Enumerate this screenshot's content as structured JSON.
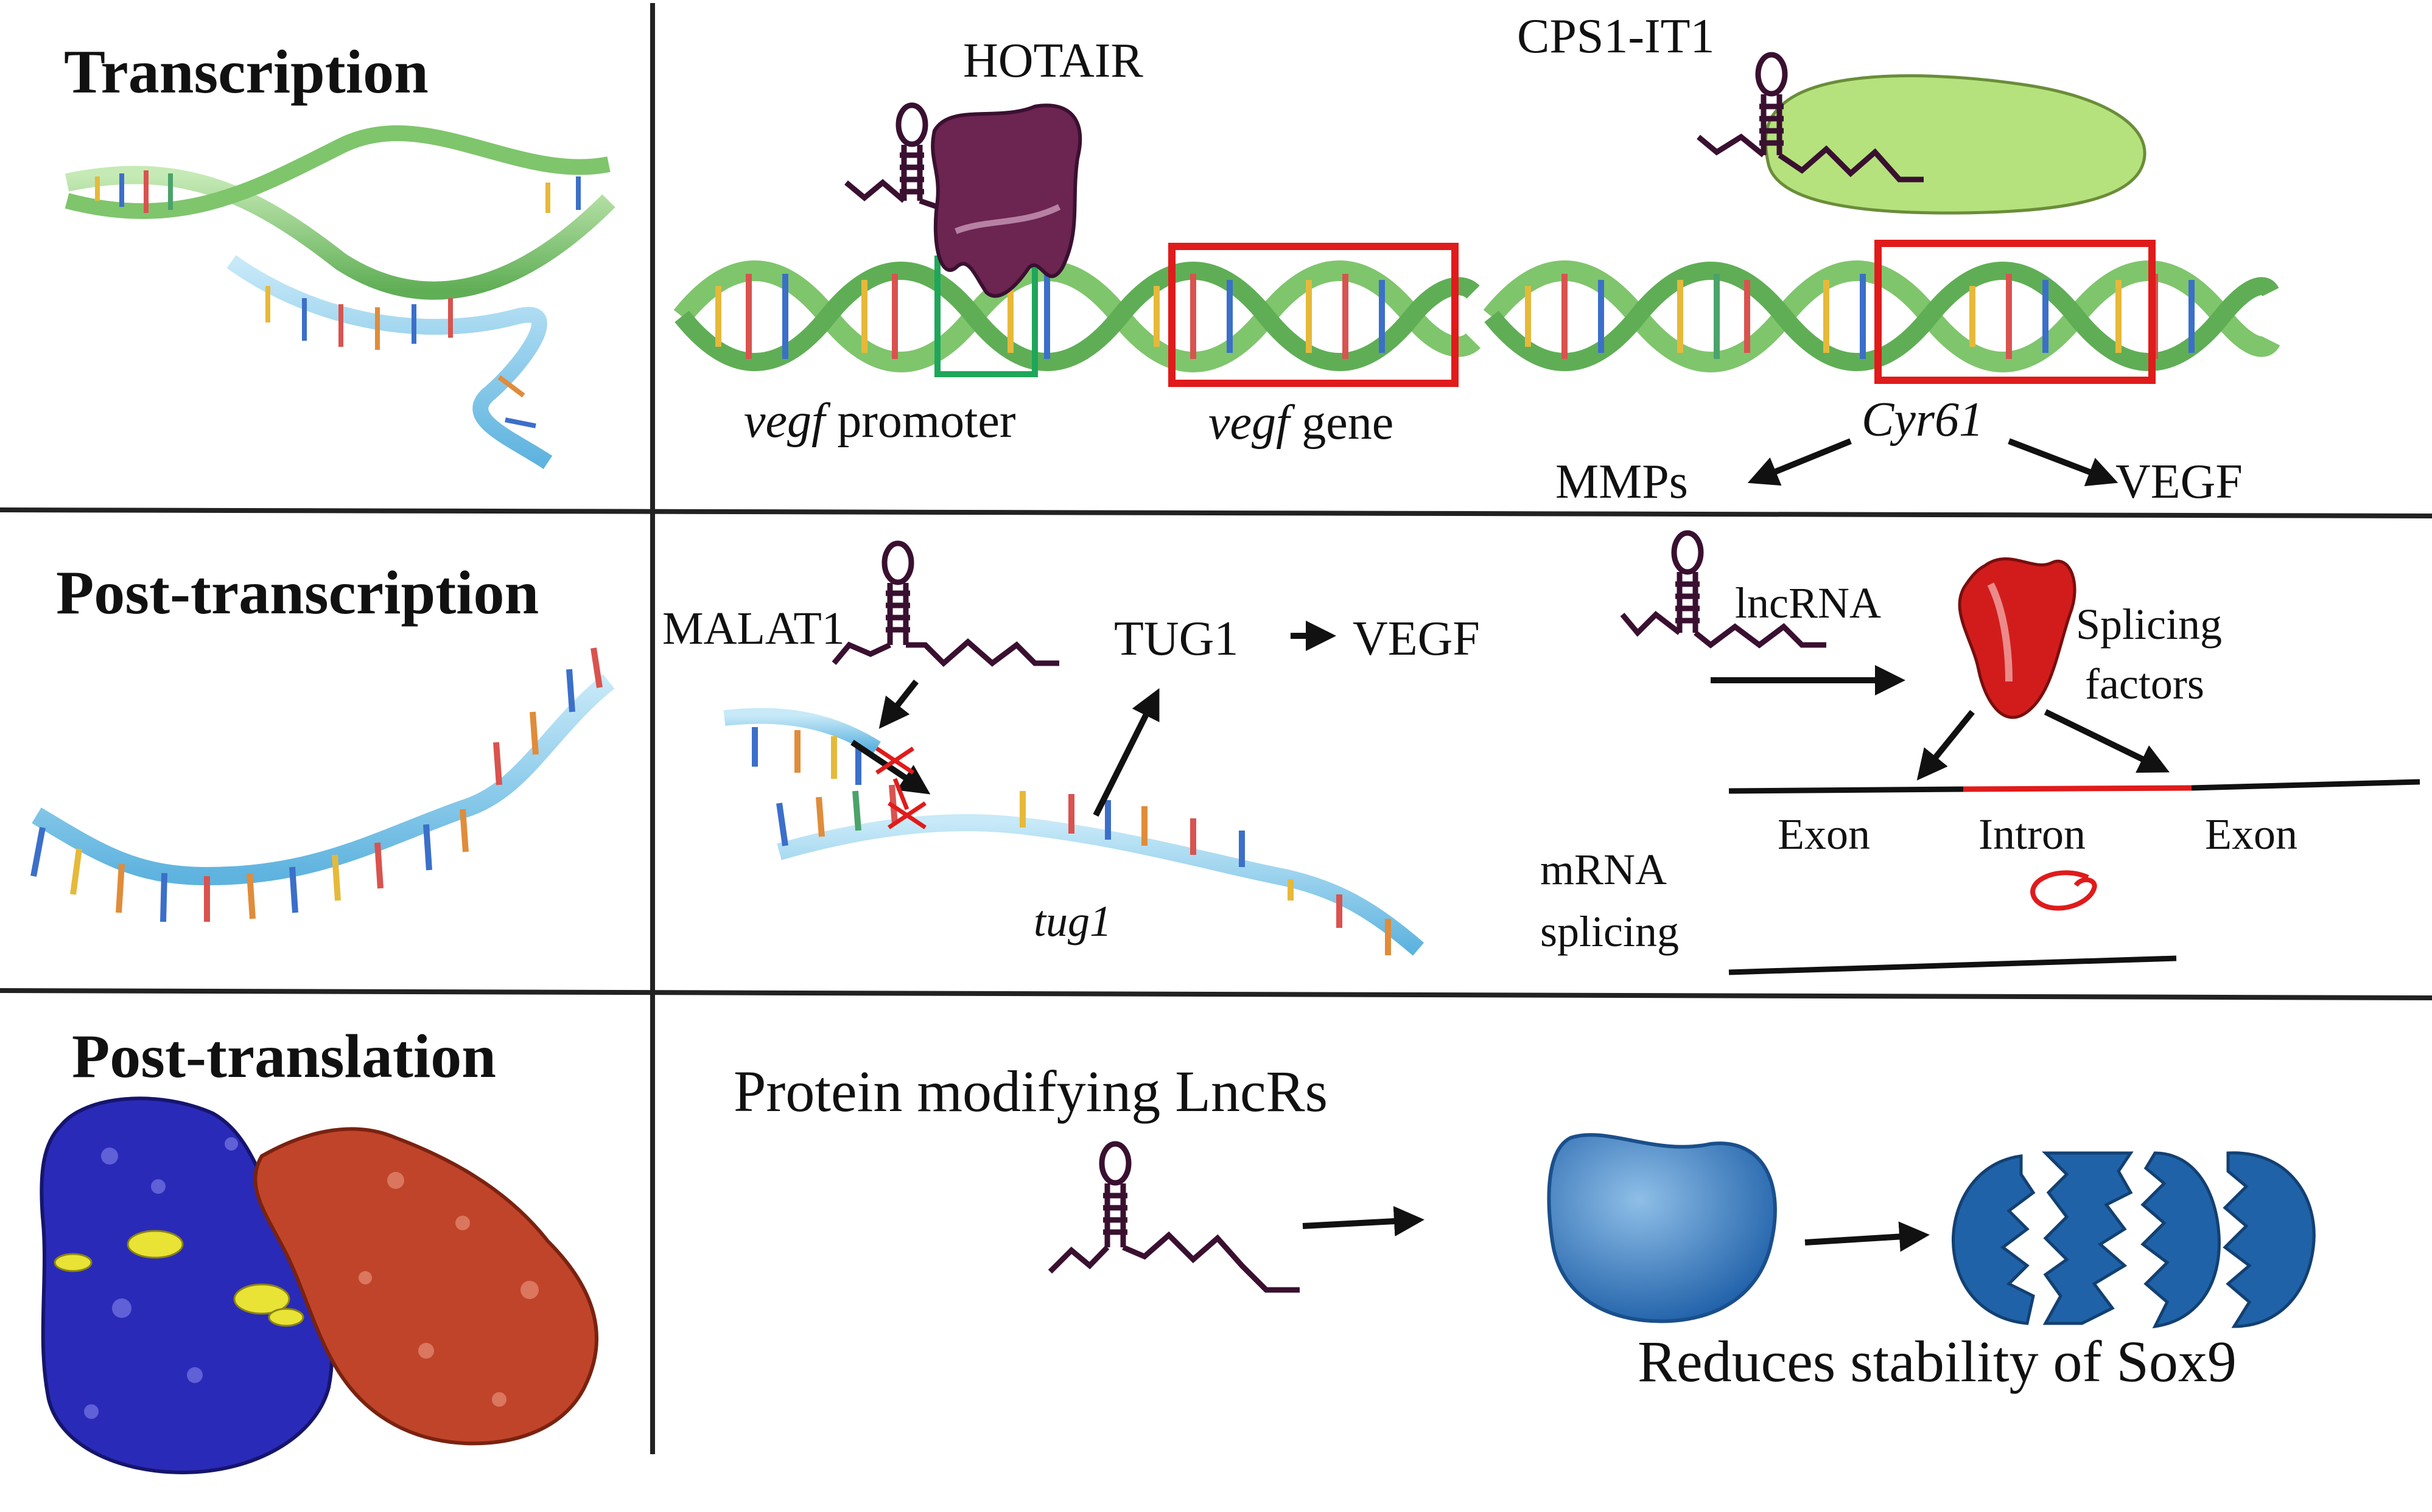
{
  "rows": {
    "transcription": {
      "heading": "Transcription"
    },
    "post_transcription": {
      "heading": "Post-transcription"
    },
    "post_translation": {
      "heading": "Post-translation"
    }
  },
  "transcription_panel": {
    "hotair_label": "HOTAIR",
    "cps1_label": "CPS1-IT1",
    "promoter_italic": "vegf",
    "promoter_rest": "promoter",
    "gene_italic": "vegf",
    "gene_rest": "gene",
    "cyr61_label": "Cyr61",
    "mmps_label": "MMPs",
    "vegf_label": "VEGF"
  },
  "post_transcription_panel": {
    "malat1_label": "MALAT1",
    "tug1_label": "TUG1",
    "tug1_target": "VEGF",
    "tug1_gene_label": "tug1",
    "lncrna_label": "lncRNA",
    "splicing_line1": "Splicing",
    "splicing_line2": "factors",
    "exon_left": "Exon",
    "intron": "Intron",
    "exon_right": "Exon",
    "mrna_line1": "mRNA",
    "mrna_line2": "splicing"
  },
  "post_translation_panel": {
    "title": "Protein modifying LncRs",
    "caption": "Reduces stability of Sox9"
  },
  "colors": {
    "dna_green": "#8fcf7a",
    "rna_blue": "#7cc3e6",
    "hotair_purple": "#7a2a5c",
    "cps1_green": "#b5e27c",
    "box_red": "#e01b1b",
    "box_green": "#1fa65a",
    "splicing_red": "#d21c1c",
    "sox9_blue": "#1f62a8",
    "protein_blue": "#2a2ab8",
    "protein_red": "#c0442a"
  }
}
